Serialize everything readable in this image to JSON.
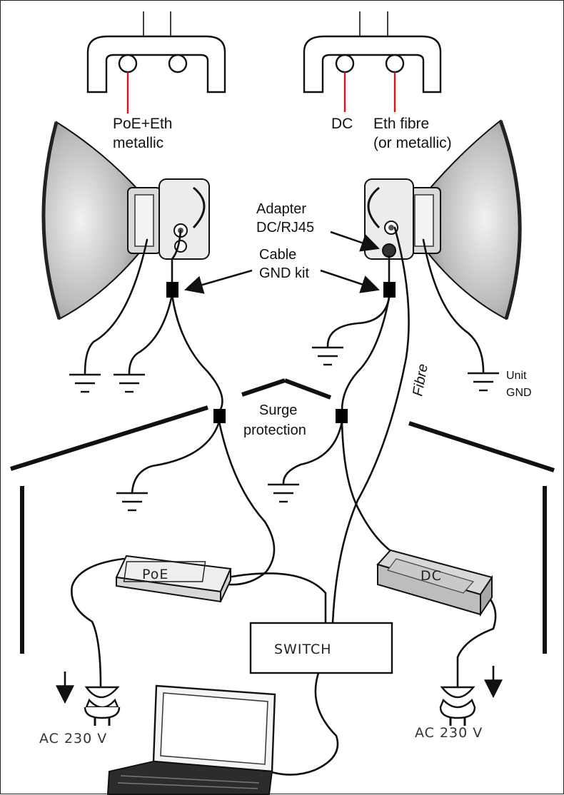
{
  "connectors": {
    "left_label_line1": "PoE+Eth",
    "left_label_line2": "metallic",
    "right_label_dc": "DC",
    "right_label_line1": "Eth fibre",
    "right_label_line2": "(or metallic)"
  },
  "labels": {
    "adapter_line1": "Adapter",
    "adapter_line2": "DC/RJ45",
    "cable_gnd_line1": "Cable",
    "cable_gnd_line2": "GND kit",
    "surge_line1": "Surge",
    "surge_line2": "protection",
    "fibre": "Fibre",
    "unit_gnd_line1": "Unit",
    "unit_gnd_line2": "GND"
  },
  "devices": {
    "poe": "PoE",
    "dc": "DC",
    "switch": "SWITCH"
  },
  "power": {
    "left": "AC 230 V",
    "right": "AC 230 V"
  }
}
